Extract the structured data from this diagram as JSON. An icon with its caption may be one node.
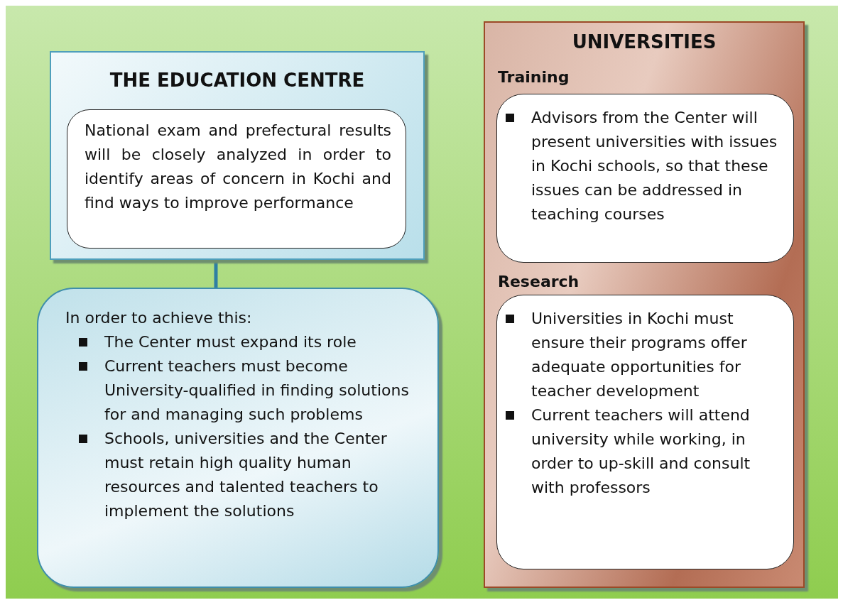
{
  "diagram": {
    "nodes": [
      {
        "text": [
          "THE EDUCATION CENTRE"
        ]
      },
      {
        "text": [
          "National exam and prefectural results will be closely analyzed in order to identify areas of concern in Kochi and find ways to improve performance"
        ],
        "in": 0
      },
      {
        "text": [
          "In order to achieve this:",
          "The Center must expand its role",
          "Current teachers must become University-qualified in finding solutions for and managing such problems",
          "Schools, universities and the Center must retain high quality human resources and talented teachers to implement the solutions"
        ]
      },
      {
        "text": [
          "UNIVERSITIES"
        ]
      },
      {
        "text": [
          "Training",
          "Advisors from the Center will present universities with issues in Kochi schools, so that these issues can be addressed in teaching courses"
        ],
        "in": 3
      },
      {
        "text": [
          "Research",
          "Universities in Kochi must ensure their programs offer adequate opportunities for teacher development",
          "Current teachers will attend university while working, in order to up-skill and consult with professors"
        ],
        "in": 3
      }
    ],
    "edges": [
      {
        "from": 0,
        "to": 2,
        "arrow": "none"
      }
    ]
  }
}
